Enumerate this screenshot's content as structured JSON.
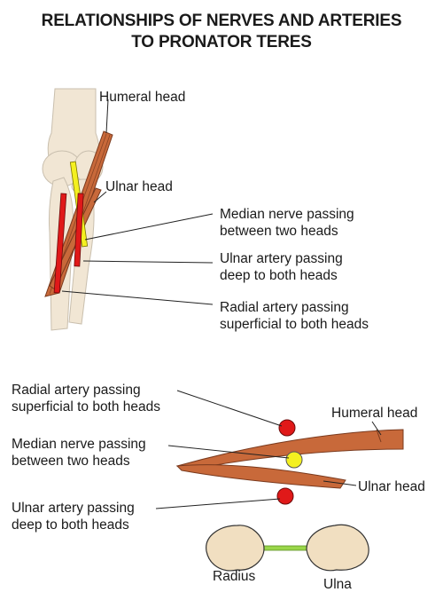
{
  "title": {
    "line1": "RELATIONSHIPS OF NERVES AND ARTERIES",
    "line2": "TO PRONATOR TERES"
  },
  "top_labels": {
    "humeral_head": "Humeral head",
    "ulnar_head": "Ulnar head",
    "median_nerve": [
      "Median nerve passing",
      "between two heads"
    ],
    "ulnar_artery": [
      "Ulnar artery passing",
      "deep to both heads"
    ],
    "radial_artery": [
      "Radial artery passing",
      "superficial to both heads"
    ]
  },
  "bottom_labels": {
    "radial_artery": [
      "Radial artery passing",
      "superficial to both heads"
    ],
    "median_nerve": [
      "Median nerve passing",
      "between two heads"
    ],
    "ulnar_artery": [
      "Ulnar artery passing",
      "deep to both heads"
    ],
    "humeral_head": "Humeral head",
    "ulnar_head": "Ulnar head",
    "radius": "Radius",
    "ulna": "Ulna"
  },
  "colors": {
    "muscle": "#c8693a",
    "artery": "#e01919",
    "nerve": "#f4f020",
    "bone": "#f1dfc1",
    "interosseous": "#9ad64a"
  }
}
